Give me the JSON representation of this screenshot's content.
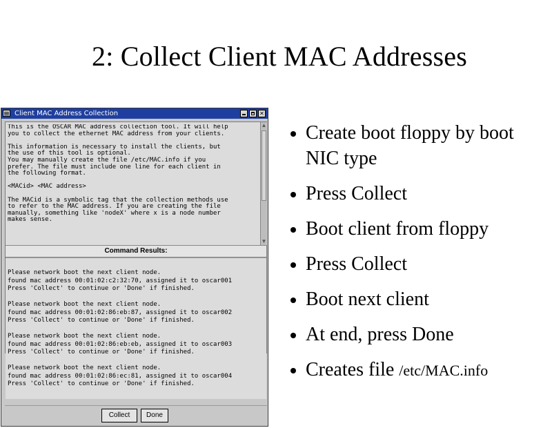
{
  "slide": {
    "title": "2: Collect Client MAC Addresses",
    "bullets": [
      "Create boot floppy by boot NIC type",
      "Press Collect",
      "Boot client from floppy",
      "Press Collect",
      "Boot next client",
      "At end, press Done"
    ],
    "last_bullet_prefix": "Creates file",
    "last_bullet_path": "/etc/MAC.info"
  },
  "window": {
    "title": "Client MAC Address Collection",
    "info_text": "This is the OSCAR MAC address collection tool. It will help\nyou to collect the ethernet MAC address from your clients.\n\nThis information is necessary to install the clients, but\nthe use of this tool is optional.\nYou may manually create the file /etc/MAC.info if you\nprefer. The file must include one line for each client in\nthe following format.\n\n<MACid> <MAC address>\n\nThe MACid is a symbolic tag that the collection methods use\nto refer to the MAC address. If you are creating the file\nmanually, something like 'nodeX' where x is a node number\nmakes sense.",
    "results_header": "Command Results:",
    "results": [
      "Please network boot the next client node.\nfound mac address 00:01:02:c2:32:70, assigned it to oscar001\nPress 'Collect' to continue or 'Done' if finished.",
      "Please network boot the next client node.\nfound mac address 00:01:02:86:eb:87, assigned it to oscar002\nPress 'Collect' to continue or 'Done' if finished.",
      "Please network boot the next client node.\nfound mac address 00:01:02:86:eb:eb, assigned it to oscar003\nPress 'Collect' to continue or 'Done' if finished.",
      "Please network boot the next client node.\nfound mac address 00:01:02:86:ec:81, assigned it to oscar004\nPress 'Collect' to continue or 'Done' if finished."
    ],
    "collect_label": "Collect",
    "done_label": "Done"
  },
  "icons": [
    "window-menu-icon",
    "minimize-icon",
    "maximize-icon",
    "close-icon",
    "scroll-up-arrow-icon",
    "scroll-down-arrow-icon"
  ]
}
